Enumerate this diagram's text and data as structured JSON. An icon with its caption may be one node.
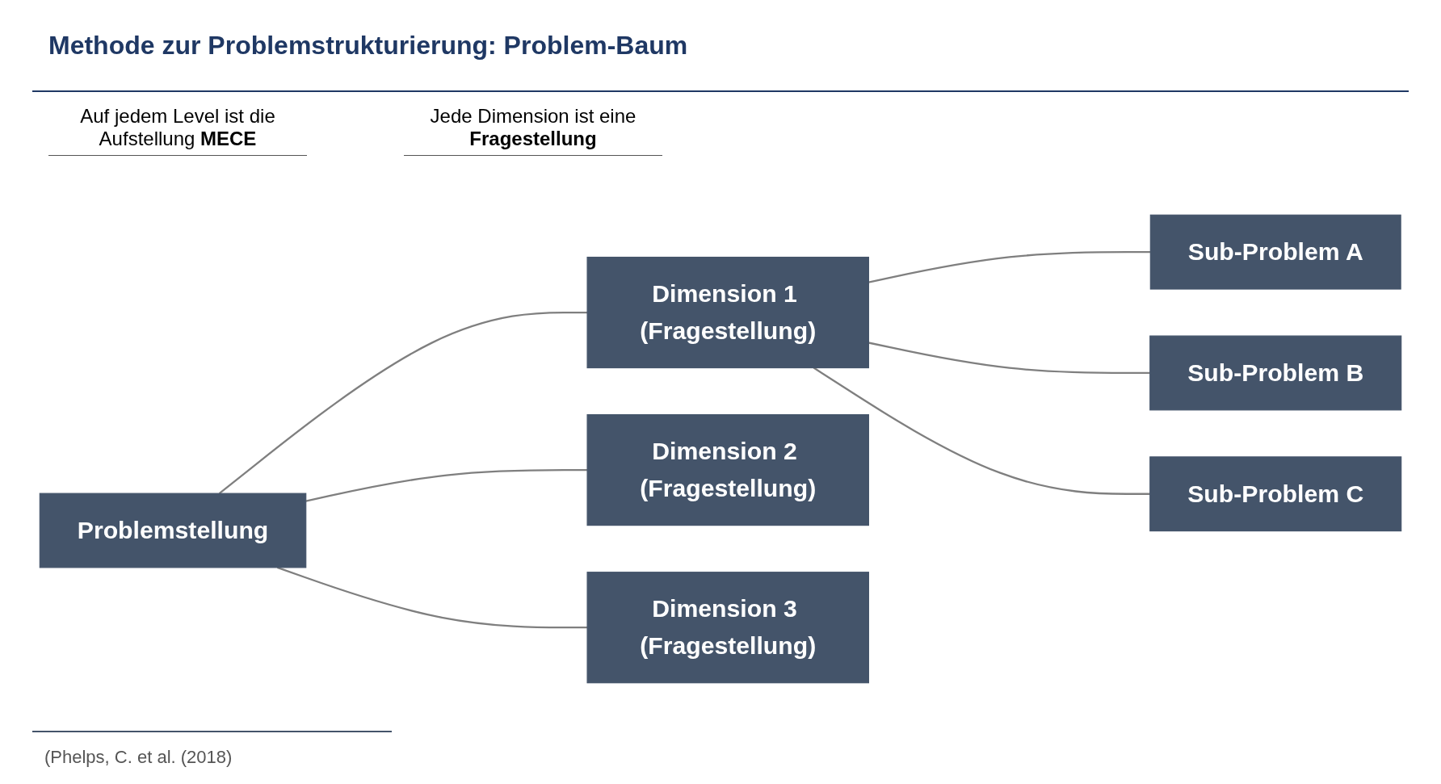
{
  "diagram": {
    "title": "Methode zur Problemstrukturierung: Problem-Baum",
    "caption": "(Phelps, C. et al. (2018)",
    "nodes": [
      {
        "text": [
          "Problemstellung"
        ]
      },
      {
        "text": [
          "Dimension 1 (Fragestellung)"
        ]
      },
      {
        "text": [
          "Dimension 2 (Fragestellung)"
        ]
      },
      {
        "text": [
          "Dimension 3 (Fragestellung)"
        ]
      },
      {
        "text": [
          "Sub-Problem A"
        ]
      },
      {
        "text": [
          "Sub-Problem B"
        ]
      },
      {
        "text": [
          "Sub-Problem C"
        ]
      }
    ],
    "edges": [
      {
        "from": 0,
        "to": 1,
        "arrow": "none"
      },
      {
        "from": 0,
        "to": 2,
        "arrow": "none"
      },
      {
        "from": 0,
        "to": 3,
        "arrow": "none"
      },
      {
        "from": 1,
        "to": 4,
        "arrow": "none"
      },
      {
        "from": 1,
        "to": 5,
        "arrow": "none"
      },
      {
        "from": 1,
        "to": 6,
        "arrow": "none"
      }
    ],
    "labels": [
      "Auf jedem Level ist die Aufstellung **MECE**",
      "Jede Dimension ist eine **Fragestellung**"
    ]
  }
}
